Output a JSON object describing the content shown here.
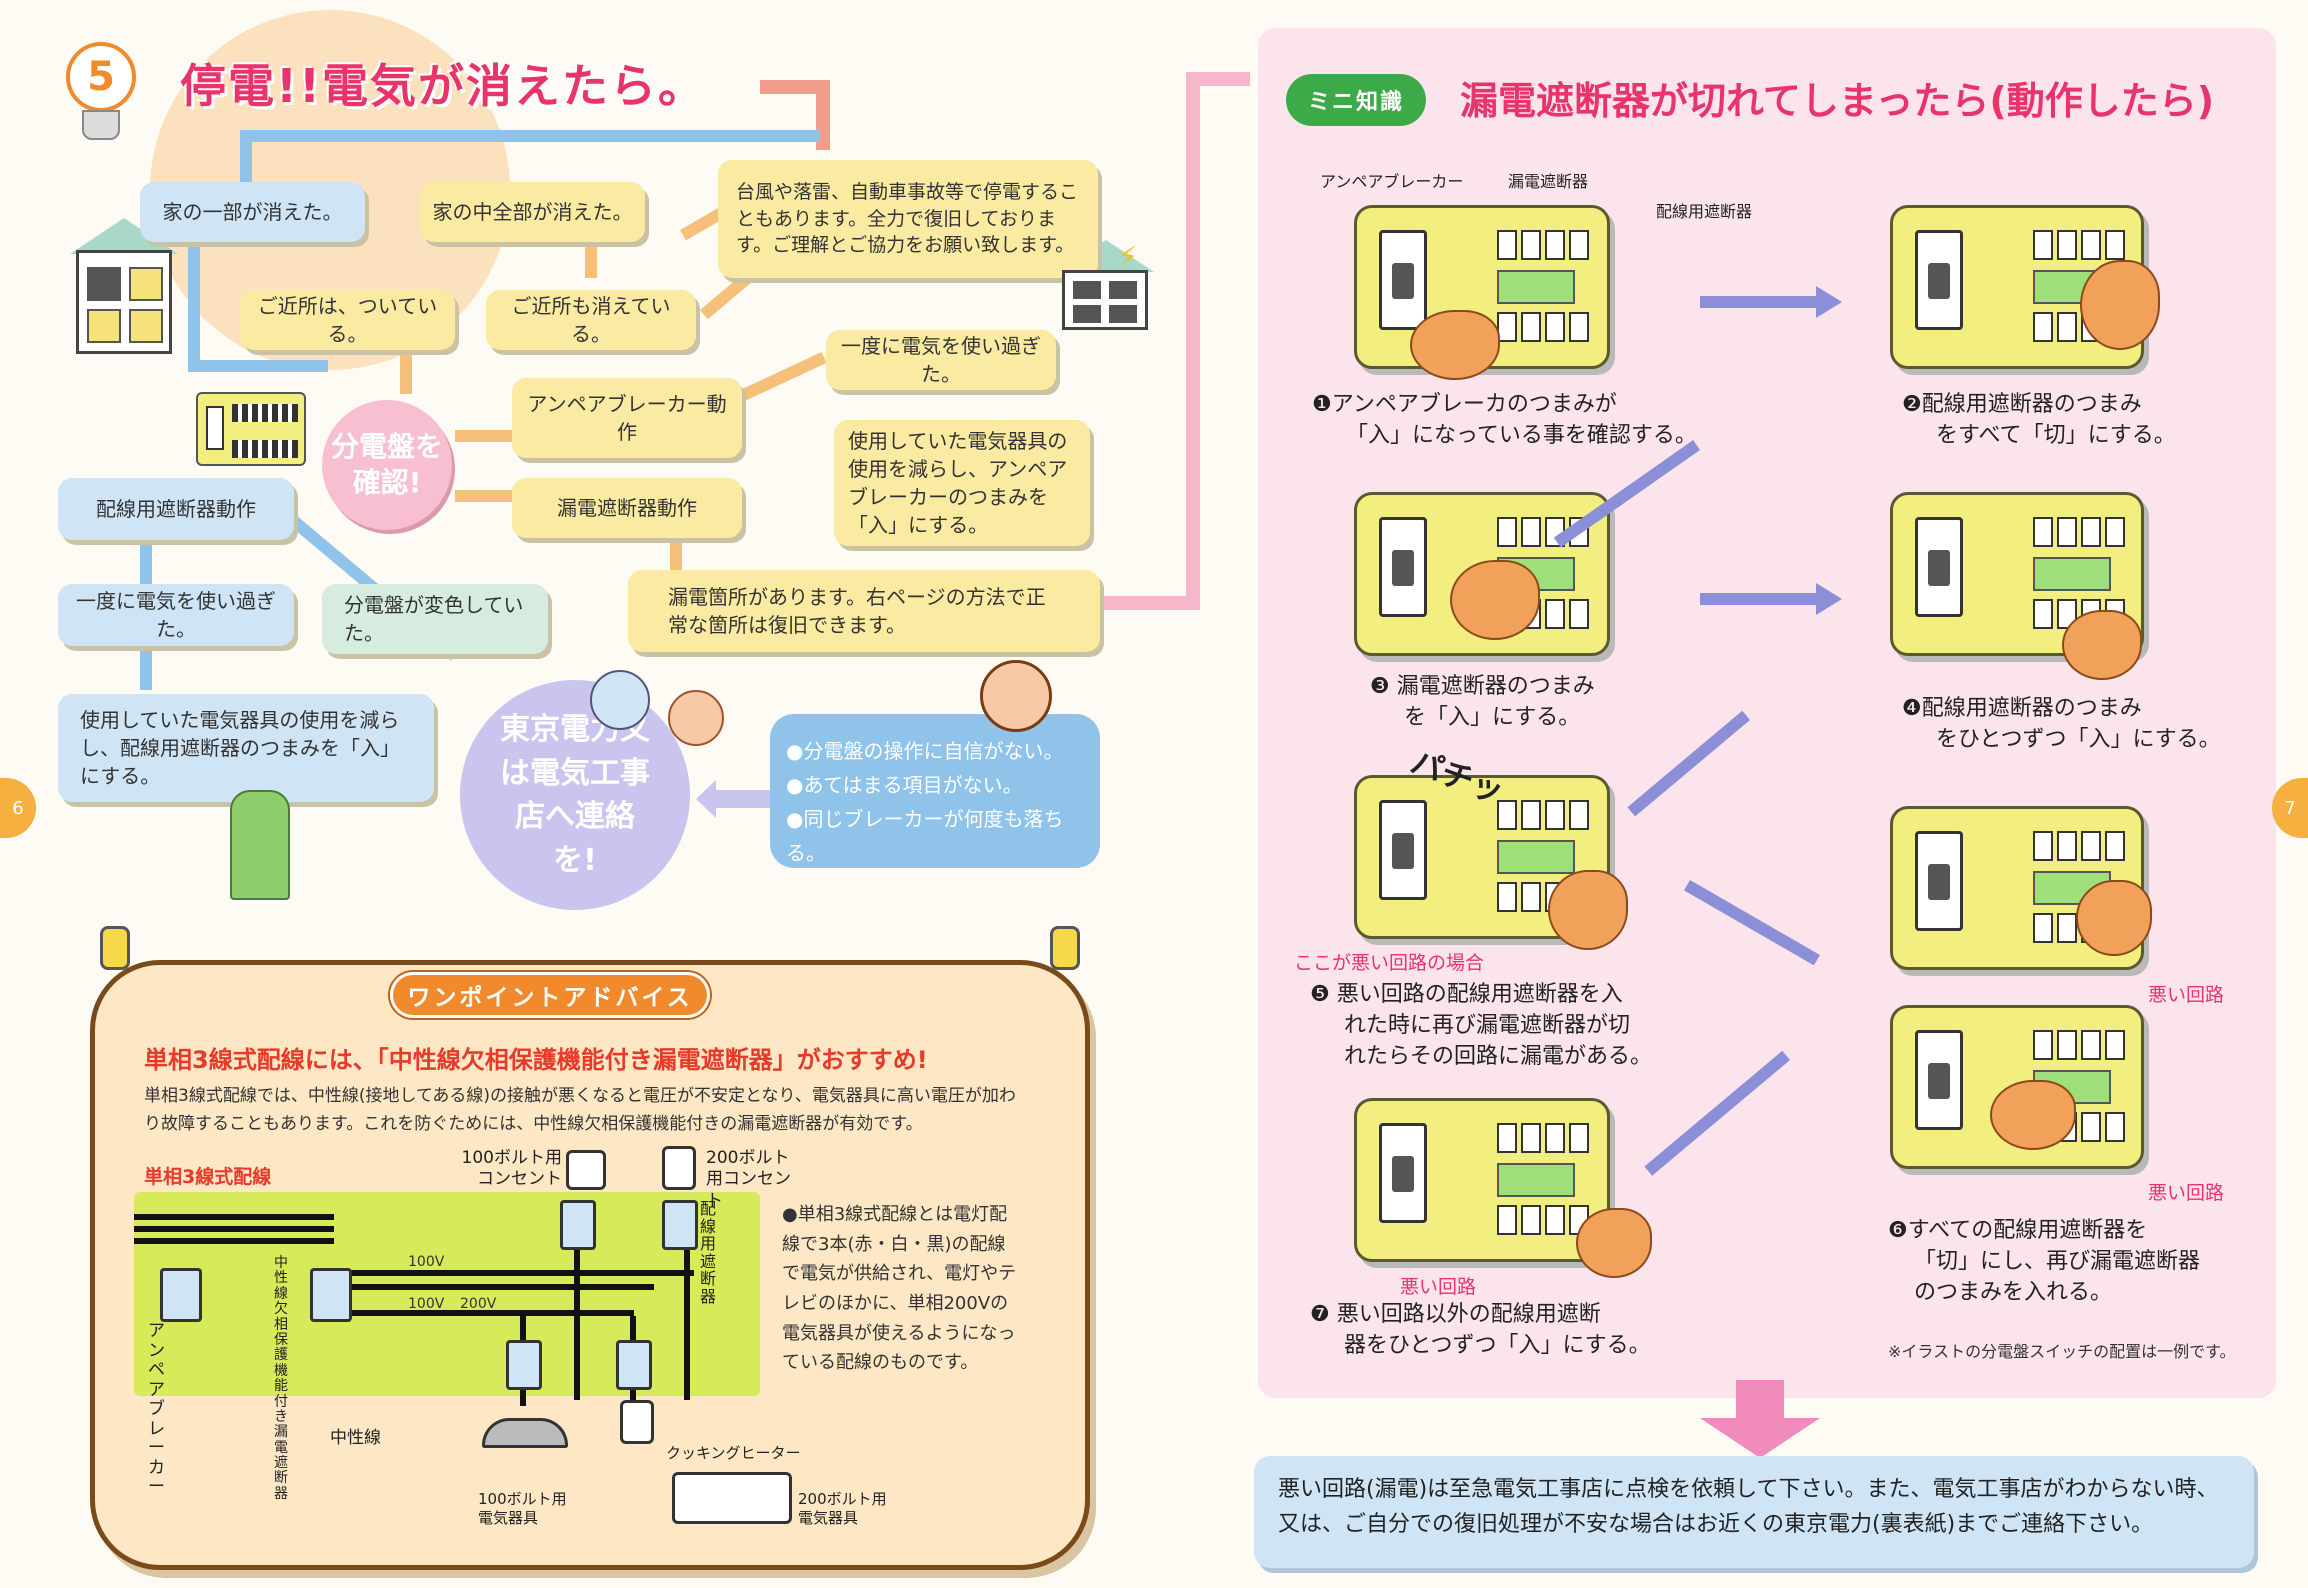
{
  "left": {
    "section_num": "5",
    "title": "停電!!電気が消えたら。",
    "box_part": "家の一部が消えた。",
    "box_all": "家の中全部が消えた。",
    "box_typhoon": "台風や落雷、自動車事故等で停電することもあります。全力で復旧しております。ご理解とご協力をお願い致します。",
    "box_neighbors_on": "ご近所は、ついている。",
    "box_neighbors_off": "ご近所も消えている。",
    "center": "分電盤を確認!",
    "box_ampere": "アンペアブレーカー動作",
    "box_overuse_top": "一度に電気を使い過ぎた。",
    "box_reduce_ampere": "使用していた電気器具の使用を減らし、アンペアブレーカーのつまみを「入」にする。",
    "box_wiring": "配線用遮断器動作",
    "box_leak": "漏電遮断器動作",
    "box_overuse_left": "一度に電気を使い過ぎた。",
    "box_discolor": "分電盤が変色していた。",
    "box_leakspot": "漏電箇所があります。右ページの方法で正常な箇所は復旧できます。",
    "box_reduce_wiring": "使用していた電気器具の使用を減らし、配線用遮断器のつまみを「入」にする。",
    "contact": "東京電力又は電気工事店へ連絡を!",
    "bullets": [
      "●分電盤の操作に自信がない。",
      "●あてはまる項目がない。",
      "●同じブレーカーが何度も落ちる。"
    ],
    "page_num": "6"
  },
  "advice": {
    "header": "ワンポイントアドバイス",
    "headline": "単相3線式配線には、「中性線欠相保護機能付き漏電遮断器」がおすすめ!",
    "body": "単相3線式配線では、中性線(接地してある線)の接触が悪くなると電圧が不安定となり、電気器具に高い電圧が加わり故障することもあります。これを防ぐためには、中性線欠相保護機能付きの漏電遮断器が有効です。",
    "diagram_title": "単相3線式配線",
    "outlet100": "100ボルト用コンセント",
    "outlet200": "200ボルト用コンセント",
    "wiring_breaker": "配線用遮断器",
    "v100a": "100V",
    "v100b": "100V",
    "v200": "200V",
    "ampere_breaker": "アンペアブレーカー",
    "elcb": "中性線欠相保護機能付き漏電遮断器",
    "neutral": "中性線",
    "device100": "100ボルト用電気器具",
    "cooking": "クッキングヒーター",
    "device200": "200ボルト用電気器具",
    "explain": "●単相3線式配線とは電灯配線で3本(赤・白・黒)の配線で電気が供給され、電灯やテレビのほかに、単相200Vの電気器具が使えるようになっている配線のものです。"
  },
  "right": {
    "badge": "ミニ知識",
    "title": "漏電遮断器が切れてしまったら(動作したら)",
    "label_amp": "アンペアブレーカー",
    "label_elcb": "漏電遮断器",
    "label_wiring": "配線用遮断器",
    "s1a": "❶アンペアブレーカのつまみが",
    "s1b": "「入」になっている事を確認する。",
    "s2a": "❷配線用遮断器のつまみ",
    "s2b": "をすべて「切」にする。",
    "s3a": "❸ 漏電遮断器のつまみ",
    "s3b": "を「入」にする。",
    "s4a": "❹配線用遮断器のつまみ",
    "s4b": "をひとつずつ「入」にする。",
    "patchi": "パチッ",
    "bad_here": "ここが悪い回路の場合",
    "s5": [
      "❺ 悪い回路の配線用遮断器を入",
      "れた時に再び漏電遮断器が切",
      "れたらその回路に漏電がある。"
    ],
    "bad1": "悪い回路",
    "bad2": "悪い回路",
    "bad3": "悪い回路",
    "s6": [
      "❻すべての配線用遮断器を",
      "「切」にし、再び漏電遮断器",
      "のつまみを入れる。"
    ],
    "s7a": "❼ 悪い回路以外の配線用遮断",
    "s7b": "器をひとつずつ「入」にする。",
    "note": "※イラストの分電盤スイッチの配置は一例です。",
    "bottom": "悪い回路(漏電)は至急電気工事店に点検を依頼して下さい。また、電気工事店がわからない時、又は、ご自分での復旧処理が不安な場合はお近くの東京電力(裏表紙)までご連絡下さい。",
    "page_num": "7"
  },
  "colors": {
    "pink": "#e8336b",
    "orange": "#f08a2c",
    "green": "#3daa4a",
    "blue": "#8fc3ea"
  }
}
